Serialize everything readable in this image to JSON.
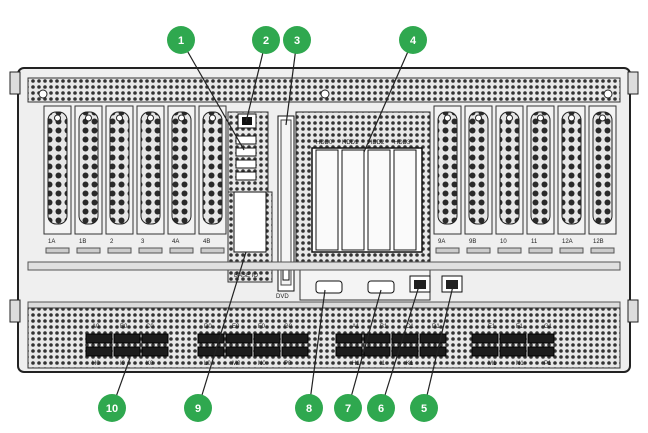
{
  "colors": {
    "callout": "#2fa84f",
    "metal": "#d8d8d8",
    "dark": "#1c1c1c",
    "line": "#333333"
  },
  "callouts": [
    {
      "number": "1",
      "target": "usb-ports"
    },
    {
      "number": "2",
      "target": "network-port"
    },
    {
      "number": "3",
      "target": "dvd-slot"
    },
    {
      "number": "4",
      "target": "hdd-bays"
    },
    {
      "number": "5",
      "target": "right-rj45-port"
    },
    {
      "number": "6",
      "target": "left-rj45-port"
    },
    {
      "number": "7",
      "target": "serial-port"
    },
    {
      "number": "8",
      "target": "vga-port"
    },
    {
      "number": "9",
      "target": "base-io-module"
    },
    {
      "number": "10",
      "target": "qsfp-ports"
    }
  ],
  "labels": {
    "slots_left": [
      "1A",
      "1B",
      "2",
      "3",
      "4A",
      "4B"
    ],
    "slots_right": [
      "9A",
      "9B",
      "10",
      "11",
      "12A",
      "12B"
    ],
    "hdd": [
      "HDD0",
      "HDD1",
      "HDD2",
      "HDD3"
    ],
    "dvd": "DVD",
    "base_io": "BASE IO",
    "qsfp_top": [
      "A0",
      "B0",
      "C0",
      "D0",
      "E0",
      "F0",
      "G0",
      "A1",
      "B1",
      "C1",
      "D1",
      "E1",
      "F1",
      "G1"
    ],
    "qsfp_bottom": [
      "H0",
      "I0",
      "K0",
      "L0",
      "M0",
      "N0",
      "P0",
      "H1",
      "I1",
      "K1",
      "M1",
      "N1",
      "P1"
    ]
  }
}
